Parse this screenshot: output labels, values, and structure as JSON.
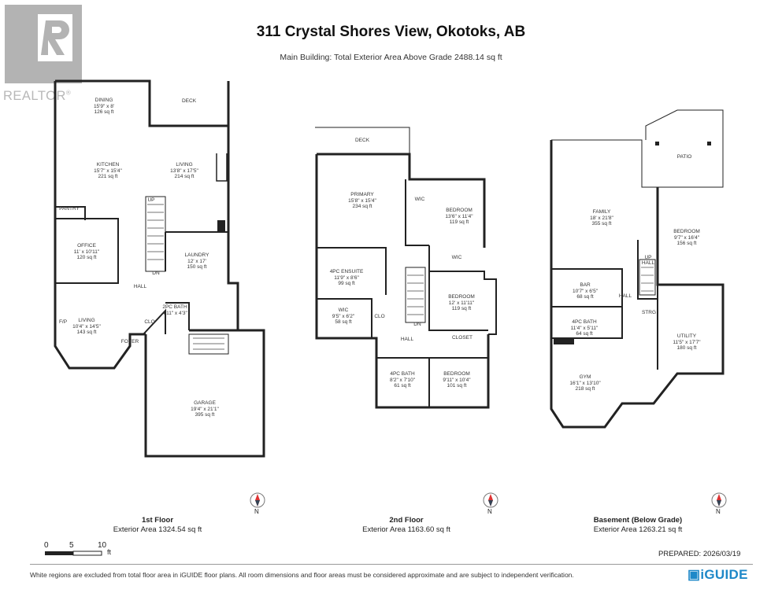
{
  "header": {
    "title": "311 Crystal Shores View, Okotoks, AB",
    "subtitle": "Main Building: Total Exterior Area Above Grade 2488.14 sq ft"
  },
  "logo": {
    "text": "REALTOR",
    "mark": "®"
  },
  "floors": [
    {
      "name": "1st Floor",
      "area": "Exterior Area 1324.54 sq ft",
      "rooms": [
        {
          "name": "DINING",
          "dims": "15'9\" x 8'",
          "area": "126 sq ft"
        },
        {
          "name": "DECK",
          "dims": "",
          "area": ""
        },
        {
          "name": "KITCHEN",
          "dims": "15'7\" x 15'4\"",
          "area": "221 sq ft"
        },
        {
          "name": "LIVING",
          "dims": "13'8\" x 17'5\"",
          "area": "214 sq ft"
        },
        {
          "name": "PANTRY",
          "dims": "",
          "area": ""
        },
        {
          "name": "OFFICE",
          "dims": "11' x 10'11\"",
          "area": "120 sq ft"
        },
        {
          "name": "LAUNDRY",
          "dims": "12' x 17'",
          "area": "150 sq ft"
        },
        {
          "name": "LIVING",
          "dims": "10'4\" x 14'5\"",
          "area": "143 sq ft"
        },
        {
          "name": "2PC BATH",
          "dims": "4'11\" x 4'3\"",
          "area": ""
        },
        {
          "name": "GARAGE",
          "dims": "19'4\" x 21'1\"",
          "area": "395 sq ft"
        }
      ],
      "labels": [
        "UP",
        "DN",
        "HALL",
        "CLO",
        "FOYER",
        "F/P"
      ]
    },
    {
      "name": "2nd Floor",
      "area": "Exterior Area 1163.60 sq ft",
      "rooms": [
        {
          "name": "DECK",
          "dims": "",
          "area": ""
        },
        {
          "name": "PRIMARY",
          "dims": "15'8\" x 15'4\"",
          "area": "234 sq ft"
        },
        {
          "name": "WIC",
          "dims": "",
          "area": ""
        },
        {
          "name": "BEDROOM",
          "dims": "13'6\" x 11'4\"",
          "area": "119 sq ft"
        },
        {
          "name": "4PC ENSUITE",
          "dims": "11'9\" x 8'6\"",
          "area": "99 sq ft"
        },
        {
          "name": "WIC",
          "dims": "",
          "area": ""
        },
        {
          "name": "BEDROOM",
          "dims": "12' x 11'11\"",
          "area": "119 sq ft"
        },
        {
          "name": "WIC",
          "dims": "9'5\" x 6'2\"",
          "area": "58 sq ft"
        },
        {
          "name": "CLOSET",
          "dims": "",
          "area": ""
        },
        {
          "name": "4PC BATH",
          "dims": "8'2\" x 7'10\"",
          "area": "61 sq ft"
        },
        {
          "name": "BEDROOM",
          "dims": "9'11\" x 10'4\"",
          "area": "101 sq ft"
        }
      ],
      "labels": [
        "CLO",
        "DN",
        "HALL"
      ]
    },
    {
      "name": "Basement (Below Grade)",
      "area": "Exterior Area 1263.21 sq ft",
      "rooms": [
        {
          "name": "PATIO",
          "dims": "",
          "area": ""
        },
        {
          "name": "FAMILY",
          "dims": "18' x 21'8\"",
          "area": "355 sq ft"
        },
        {
          "name": "BEDROOM",
          "dims": "9'7\" x 16'4\"",
          "area": "156 sq ft"
        },
        {
          "name": "BAR",
          "dims": "10'7\" x 6'5\"",
          "area": "68 sq ft"
        },
        {
          "name": "4PC BATH",
          "dims": "11'4\" x 5'11\"",
          "area": "64 sq ft"
        },
        {
          "name": "UTILITY",
          "dims": "11'5\" x 17'7\"",
          "area": "180 sq ft"
        },
        {
          "name": "GYM",
          "dims": "16'1\" x 13'10\"",
          "area": "218 sq ft"
        }
      ],
      "labels": [
        "HALL",
        "UP",
        "HALL",
        "STRG"
      ]
    }
  ],
  "compass": {
    "letter": "N"
  },
  "scale": {
    "ticks": [
      "0",
      "5",
      "10"
    ],
    "unit": "ft"
  },
  "prepared": "PREPARED: 2026/03/19",
  "footer": {
    "disclaimer": "White regions are excluded from total floor area in iGUIDE floor plans. All room dimensions and floor areas must be considered approximate and are subject to independent verification.",
    "brand": "iGUIDE"
  }
}
